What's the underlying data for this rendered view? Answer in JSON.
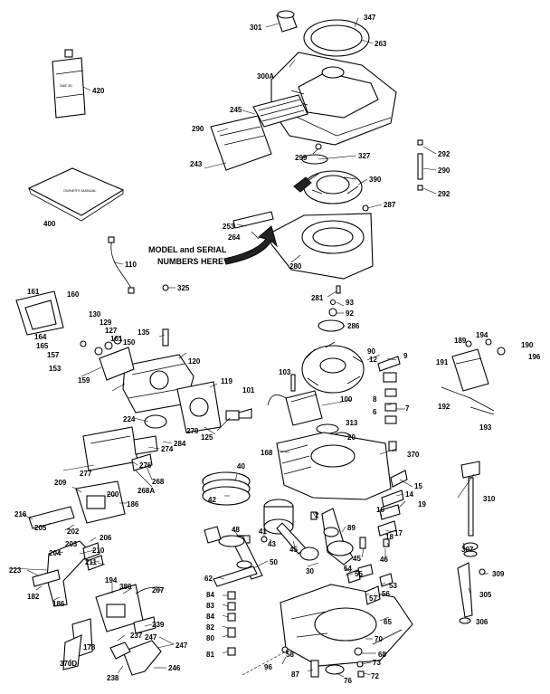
{
  "annotation": {
    "line1": "MODEL and SERIAL",
    "line2": "NUMBERS HERE"
  },
  "oil_bottle": {
    "label_text": "SAE 30"
  },
  "manual_packet": {
    "label_text": "OWNER'S MANUAL"
  },
  "callouts": [
    {
      "id": "c347",
      "text": "347"
    },
    {
      "id": "c301",
      "text": "301"
    },
    {
      "id": "c263",
      "text": "263"
    },
    {
      "id": "c300a",
      "text": "300A"
    },
    {
      "id": "c420",
      "text": "420"
    },
    {
      "id": "c245",
      "text": "245"
    },
    {
      "id": "c290a",
      "text": "290"
    },
    {
      "id": "c299",
      "text": "299"
    },
    {
      "id": "c327",
      "text": "327"
    },
    {
      "id": "c292a",
      "text": "292"
    },
    {
      "id": "c290b",
      "text": "290"
    },
    {
      "id": "c292b",
      "text": "292"
    },
    {
      "id": "c243",
      "text": "243"
    },
    {
      "id": "c390",
      "text": "390"
    },
    {
      "id": "c287",
      "text": "287"
    },
    {
      "id": "c400",
      "text": "400"
    },
    {
      "id": "c253",
      "text": "253"
    },
    {
      "id": "c264",
      "text": "264"
    },
    {
      "id": "c280",
      "text": "280"
    },
    {
      "id": "c110",
      "text": "110"
    },
    {
      "id": "c325",
      "text": "325"
    },
    {
      "id": "c161",
      "text": "161"
    },
    {
      "id": "c160",
      "text": "160"
    },
    {
      "id": "c281",
      "text": "281"
    },
    {
      "id": "c93",
      "text": "93"
    },
    {
      "id": "c92",
      "text": "92"
    },
    {
      "id": "c130",
      "text": "130"
    },
    {
      "id": "c129",
      "text": "129"
    },
    {
      "id": "c127",
      "text": "127"
    },
    {
      "id": "c164",
      "text": "164"
    },
    {
      "id": "c161b",
      "text": "161"
    },
    {
      "id": "c165",
      "text": "165"
    },
    {
      "id": "c135",
      "text": "135"
    },
    {
      "id": "c286",
      "text": "286"
    },
    {
      "id": "c157",
      "text": "157"
    },
    {
      "id": "c150",
      "text": "150"
    },
    {
      "id": "c90",
      "text": "90"
    },
    {
      "id": "c9",
      "text": "9"
    },
    {
      "id": "c189",
      "text": "189"
    },
    {
      "id": "c194",
      "text": "194"
    },
    {
      "id": "c190",
      "text": "190"
    },
    {
      "id": "c153",
      "text": "153"
    },
    {
      "id": "c191",
      "text": "191"
    },
    {
      "id": "c196",
      "text": "196"
    },
    {
      "id": "c12",
      "text": "12"
    },
    {
      "id": "c120",
      "text": "120"
    },
    {
      "id": "c103",
      "text": "103"
    },
    {
      "id": "c159",
      "text": "159"
    },
    {
      "id": "c119",
      "text": "119"
    },
    {
      "id": "c8",
      "text": "8"
    },
    {
      "id": "c6",
      "text": "6"
    },
    {
      "id": "c7",
      "text": "7"
    },
    {
      "id": "c101",
      "text": "101"
    },
    {
      "id": "c100",
      "text": "100"
    },
    {
      "id": "c192",
      "text": "192"
    },
    {
      "id": "c193",
      "text": "193"
    },
    {
      "id": "c224",
      "text": "224"
    },
    {
      "id": "c313",
      "text": "313"
    },
    {
      "id": "c270",
      "text": "270"
    },
    {
      "id": "c125",
      "text": "125"
    },
    {
      "id": "c20",
      "text": "20"
    },
    {
      "id": "c284",
      "text": "284"
    },
    {
      "id": "c274",
      "text": "274"
    },
    {
      "id": "c168",
      "text": "168"
    },
    {
      "id": "c370",
      "text": "370"
    },
    {
      "id": "c276",
      "text": "276"
    },
    {
      "id": "c40",
      "text": "40"
    },
    {
      "id": "c268",
      "text": "268"
    },
    {
      "id": "c277",
      "text": "277"
    },
    {
      "id": "c268a",
      "text": "268A"
    },
    {
      "id": "c42",
      "text": "42"
    },
    {
      "id": "c15",
      "text": "15"
    },
    {
      "id": "c14",
      "text": "14"
    },
    {
      "id": "c209",
      "text": "209"
    },
    {
      "id": "c200",
      "text": "200"
    },
    {
      "id": "c186a",
      "text": "186"
    },
    {
      "id": "c310",
      "text": "310"
    },
    {
      "id": "c19",
      "text": "19"
    },
    {
      "id": "c216",
      "text": "216"
    },
    {
      "id": "c2",
      "text": "2"
    },
    {
      "id": "c16",
      "text": "16"
    },
    {
      "id": "c205",
      "text": "205"
    },
    {
      "id": "c202",
      "text": "202"
    },
    {
      "id": "c48",
      "text": "48"
    },
    {
      "id": "c41",
      "text": "41"
    },
    {
      "id": "c89",
      "text": "89"
    },
    {
      "id": "c17",
      "text": "17"
    },
    {
      "id": "c206",
      "text": "206"
    },
    {
      "id": "c43",
      "text": "43"
    },
    {
      "id": "c45a",
      "text": "45"
    },
    {
      "id": "c18",
      "text": "18"
    },
    {
      "id": "c203",
      "text": "203"
    },
    {
      "id": "c204",
      "text": "204"
    },
    {
      "id": "c45b",
      "text": "45"
    },
    {
      "id": "c46",
      "text": "46"
    },
    {
      "id": "c307",
      "text": "307"
    },
    {
      "id": "c210",
      "text": "210"
    },
    {
      "id": "c211",
      "text": "211"
    },
    {
      "id": "c50",
      "text": "50"
    },
    {
      "id": "c223",
      "text": "223"
    },
    {
      "id": "c30",
      "text": "30"
    },
    {
      "id": "c54",
      "text": "54"
    },
    {
      "id": "c309",
      "text": "309"
    },
    {
      "id": "c194b",
      "text": "194"
    },
    {
      "id": "c380",
      "text": "380"
    },
    {
      "id": "c62",
      "text": "62"
    },
    {
      "id": "c207",
      "text": "207"
    },
    {
      "id": "c182",
      "text": "182"
    },
    {
      "id": "c55",
      "text": "55"
    },
    {
      "id": "c57",
      "text": "57"
    },
    {
      "id": "c56",
      "text": "56"
    },
    {
      "id": "c53",
      "text": "53"
    },
    {
      "id": "c305",
      "text": "305"
    },
    {
      "id": "c186b",
      "text": "186"
    },
    {
      "id": "c84",
      "text": "84"
    },
    {
      "id": "c83",
      "text": "83"
    },
    {
      "id": "c84b",
      "text": "84"
    },
    {
      "id": "c65",
      "text": "65"
    },
    {
      "id": "c306",
      "text": "306"
    },
    {
      "id": "c239",
      "text": "239"
    },
    {
      "id": "c82",
      "text": "82"
    },
    {
      "id": "c80",
      "text": "80"
    },
    {
      "id": "c237",
      "text": "237"
    },
    {
      "id": "c247a",
      "text": "247"
    },
    {
      "id": "c247b",
      "text": "247"
    },
    {
      "id": "c70",
      "text": "70"
    },
    {
      "id": "c178",
      "text": "178"
    },
    {
      "id": "c81",
      "text": "81"
    },
    {
      "id": "c58",
      "text": "58"
    },
    {
      "id": "c68",
      "text": "68"
    },
    {
      "id": "c370d",
      "text": "370D"
    },
    {
      "id": "c96",
      "text": "96"
    },
    {
      "id": "c73",
      "text": "73"
    },
    {
      "id": "c238",
      "text": "238"
    },
    {
      "id": "c246",
      "text": "246"
    },
    {
      "id": "c87",
      "text": "87"
    },
    {
      "id": "c76",
      "text": "76"
    },
    {
      "id": "c72",
      "text": "72"
    }
  ]
}
